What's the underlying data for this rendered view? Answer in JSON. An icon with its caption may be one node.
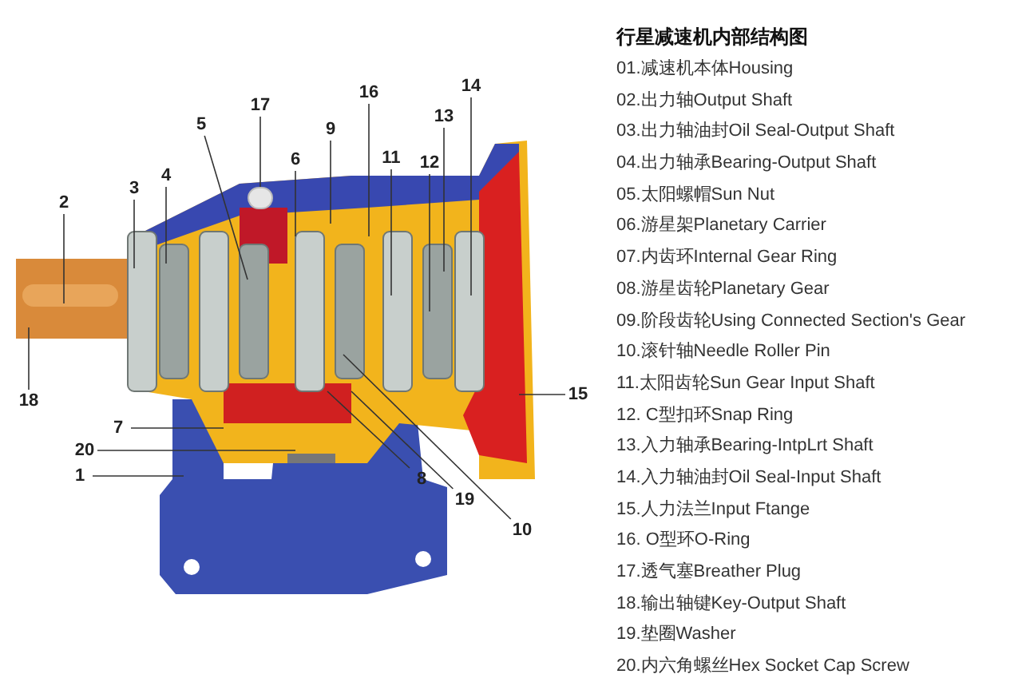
{
  "diagram": {
    "title": "行星减速机内部结构图",
    "nodes": [
      {
        "text": [
          "14"
        ]
      },
      {
        "text": [
          "16"
        ]
      },
      {
        "text": [
          "17"
        ]
      },
      {
        "text": [
          "13"
        ]
      },
      {
        "text": [
          "5"
        ]
      },
      {
        "text": [
          "9"
        ]
      },
      {
        "text": [
          "11"
        ]
      },
      {
        "text": [
          "6"
        ]
      },
      {
        "text": [
          "12"
        ]
      },
      {
        "text": [
          "4"
        ]
      },
      {
        "text": [
          "3"
        ]
      },
      {
        "text": [
          "2"
        ]
      },
      {
        "text": [
          "18"
        ]
      },
      {
        "text": [
          "15"
        ]
      },
      {
        "text": [
          "7"
        ]
      },
      {
        "text": [
          "20"
        ]
      },
      {
        "text": [
          "1"
        ]
      },
      {
        "text": [
          "8"
        ]
      },
      {
        "text": [
          "19"
        ]
      },
      {
        "text": [
          "10"
        ]
      },
      {
        "text": [],
        "shape": "circle"
      }
    ],
    "edges": [
      {
        "from": 0,
        "to": null,
        "arrow": "none"
      },
      {
        "from": 1,
        "to": null,
        "arrow": "none"
      },
      {
        "from": 2,
        "to": 20,
        "arrow": "none"
      },
      {
        "from": 3,
        "to": null,
        "arrow": "none"
      },
      {
        "from": 4,
        "to": null,
        "arrow": "none"
      },
      {
        "from": 5,
        "to": null,
        "arrow": "none"
      },
      {
        "from": 6,
        "to": null,
        "arrow": "none"
      },
      {
        "from": 7,
        "to": null,
        "arrow": "none"
      },
      {
        "from": 8,
        "to": null,
        "arrow": "none"
      },
      {
        "from": 9,
        "to": null,
        "arrow": "none"
      },
      {
        "from": 10,
        "to": null,
        "arrow": "none"
      },
      {
        "from": 11,
        "to": null,
        "arrow": "none"
      },
      {
        "from": 12,
        "to": null,
        "arrow": "none"
      },
      {
        "from": 13,
        "to": null,
        "arrow": "none"
      },
      {
        "from": 14,
        "to": null,
        "arrow": "none"
      },
      {
        "from": 15,
        "to": null,
        "arrow": "none"
      },
      {
        "from": 16,
        "to": null,
        "arrow": "none"
      },
      {
        "from": 17,
        "to": null,
        "arrow": "none"
      },
      {
        "from": 18,
        "to": null,
        "arrow": "none"
      },
      {
        "from": 19,
        "to": null,
        "arrow": "none"
      }
    ],
    "labels": [
      "01.减速机本体Housing",
      "02.出力轴Output Shaft",
      "03.出力轴油封Oil Seal-Output Shaft",
      "04.出力轴承Bearing-Output Shaft",
      "05.太阳螺帽Sun Nut",
      "06.游星架Planetary Carrier",
      "07.内齿环Internal Gear Ring",
      "08.游星齿轮Planetary Gear",
      "09.阶段齿轮Using Connected Section's Gear",
      "10.滚针轴Needle Roller Pin",
      "11.太阳齿轮Sun Gear Input Shaft",
      "12. C型扣环Snap Ring",
      "13.入力轴承Bearing-IntpLrt Shaft",
      "14.入力轴油封Oil Seal-Input Shaft",
      "15.人力法兰Input Ftange",
      "16. O型环O-Ring",
      "17.透气塞Breather Plug",
      "18.输出轴键Key-Output Shaft",
      "19.垫圈Washer",
      "20.内六角螺丝Hex Socket Cap Screw"
    ]
  }
}
